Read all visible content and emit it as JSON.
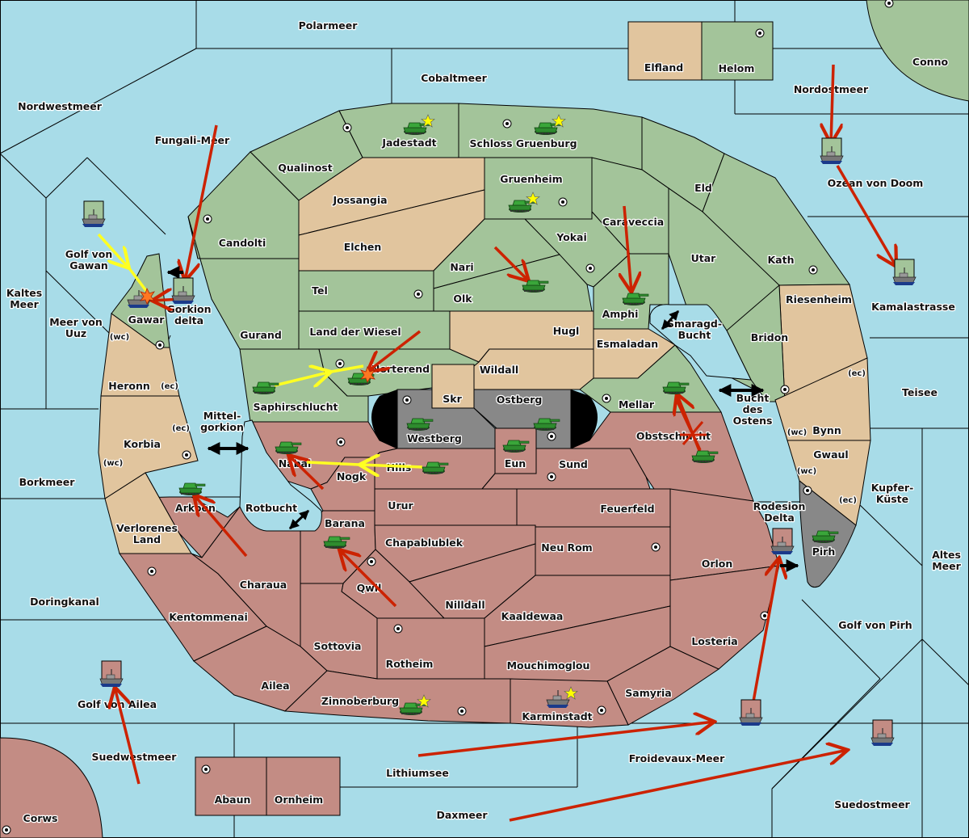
{
  "colors": {
    "sea": "#a8dce8",
    "green_power": "#a3c49a",
    "red_power": "#c38c84",
    "neutral": "#e1c59e",
    "impassable": "#888888",
    "move_arrow": "#cc2200",
    "support_arrow": "#ffff22",
    "convoy_arrow": "#000000"
  },
  "map": {
    "title": "Diplomacy map",
    "sea_regions": [
      {
        "id": "polarmeer",
        "label": "Polarmeer"
      },
      {
        "id": "cobaltmeer",
        "label": "Cobaltmeer"
      },
      {
        "id": "nordwestmeer",
        "label": "Nordwestmeer"
      },
      {
        "id": "fungali-meer",
        "label": "Fungali-Meer"
      },
      {
        "id": "nordostmeer",
        "label": "Nordostmeer"
      },
      {
        "id": "ozean-von-doom",
        "label": "Ozean von Doom"
      },
      {
        "id": "golf-von-gawan",
        "label": "Golf von Gawan"
      },
      {
        "id": "gorkion-delta",
        "label": "Gorkion delta"
      },
      {
        "id": "kaltes-meer",
        "label": "Kaltes Meer"
      },
      {
        "id": "meer-von-uuz",
        "label": "Meer von Uuz"
      },
      {
        "id": "kamalastrasse",
        "label": "Kamalastrasse"
      },
      {
        "id": "smaragd-bucht",
        "label": "Smaragd-Bucht"
      },
      {
        "id": "teisee",
        "label": "Teisee"
      },
      {
        "id": "bucht-des-ostens",
        "label": "Bucht des Ostens"
      },
      {
        "id": "mittel-gorkion",
        "label": "Mittel-gorkion"
      },
      {
        "id": "borkmeer",
        "label": "Borkmeer"
      },
      {
        "id": "kupfer-kueste",
        "label": "Kupfer-Küste"
      },
      {
        "id": "rotbucht",
        "label": "Rotbucht"
      },
      {
        "id": "rodesion-delta",
        "label": "Rodesion Delta"
      },
      {
        "id": "altes-meer",
        "label": "Altes Meer"
      },
      {
        "id": "doringkanal",
        "label": "Doringkanal"
      },
      {
        "id": "golf-von-pirh",
        "label": "Golf von Pirh"
      },
      {
        "id": "golf-von-ailea",
        "label": "Golf von Ailea"
      },
      {
        "id": "suedwestmeer",
        "label": "Suedwestmeer"
      },
      {
        "id": "froidevaux-meer",
        "label": "Froidevaux-Meer"
      },
      {
        "id": "lithiumsee",
        "label": "Lithiumsee"
      },
      {
        "id": "daxmeer",
        "label": "Daxmeer"
      },
      {
        "id": "suedostmeer",
        "label": "Suedostmeer"
      }
    ],
    "land_regions": [
      {
        "id": "elfland",
        "label": "Elfland",
        "owner": "neutral"
      },
      {
        "id": "helom",
        "label": "Helom",
        "owner": "green",
        "supply_center": true
      },
      {
        "id": "conno",
        "label": "Conno",
        "owner": "green",
        "supply_center": true
      },
      {
        "id": "jadestadt",
        "label": "Jadestadt",
        "owner": "green",
        "supply_center": true,
        "home": true
      },
      {
        "id": "schloss-gruenburg",
        "label": "Schloss Gruenburg",
        "owner": "green",
        "supply_center": true,
        "home": true
      },
      {
        "id": "qualinost",
        "label": "Qualinost",
        "owner": "green"
      },
      {
        "id": "gruenheim",
        "label": "Gruenheim",
        "owner": "green",
        "supply_center": true,
        "home": true
      },
      {
        "id": "eld",
        "label": "Eld",
        "owner": "green"
      },
      {
        "id": "jossangia",
        "label": "Jossangia",
        "owner": "neutral"
      },
      {
        "id": "caraveccia",
        "label": "Caraveccia",
        "owner": "green"
      },
      {
        "id": "candolti",
        "label": "Candolti",
        "owner": "green",
        "supply_center": true
      },
      {
        "id": "yokai",
        "label": "Yokai",
        "owner": "green",
        "supply_center": true
      },
      {
        "id": "elchen",
        "label": "Elchen",
        "owner": "neutral"
      },
      {
        "id": "utar",
        "label": "Utar",
        "owner": "green"
      },
      {
        "id": "kath",
        "label": "Kath",
        "owner": "green",
        "supply_center": true
      },
      {
        "id": "nari",
        "label": "Nari",
        "owner": "green"
      },
      {
        "id": "tel",
        "label": "Tel",
        "owner": "green",
        "supply_center": true
      },
      {
        "id": "olk",
        "label": "Olk",
        "owner": "green"
      },
      {
        "id": "amphi",
        "label": "Amphi",
        "owner": "green"
      },
      {
        "id": "riesenheim",
        "label": "Riesenheim",
        "owner": "neutral"
      },
      {
        "id": "gawar",
        "label": "Gawar",
        "owner": "green",
        "supply_center": true
      },
      {
        "id": "gurand",
        "label": "Gurand",
        "owner": "green"
      },
      {
        "id": "land-der-wiesel",
        "label": "Land der Wiesel",
        "owner": "green"
      },
      {
        "id": "hugl",
        "label": "Hugl",
        "owner": "neutral"
      },
      {
        "id": "bridon",
        "label": "Bridon",
        "owner": "green",
        "supply_center": true
      },
      {
        "id": "esmaladan",
        "label": "Esmaladan",
        "owner": "neutral"
      },
      {
        "id": "heronn",
        "label": "Heronn",
        "owner": "neutral",
        "coasts": [
          "(wc)",
          "(ec)"
        ]
      },
      {
        "id": "norterend",
        "label": "Norterend",
        "owner": "green",
        "supply_center": true
      },
      {
        "id": "wildall",
        "label": "Wildall",
        "owner": "neutral"
      },
      {
        "id": "skr",
        "label": "Skr",
        "owner": "neutral"
      },
      {
        "id": "ostberg",
        "label": "Ostberg",
        "owner": "impassable",
        "supply_center": true
      },
      {
        "id": "saphirschlucht",
        "label": "Saphirschlucht",
        "owner": "green"
      },
      {
        "id": "mellar",
        "label": "Mellar",
        "owner": "green",
        "supply_center": true
      },
      {
        "id": "westberg",
        "label": "Westberg",
        "owner": "impassable",
        "supply_center": true
      },
      {
        "id": "bynn",
        "label": "Bynn",
        "owner": "neutral",
        "coasts": [
          "(wc)",
          "(ec)"
        ]
      },
      {
        "id": "korbia",
        "label": "Korbia",
        "owner": "neutral",
        "coasts": [
          "(wc)",
          "(ec)"
        ]
      },
      {
        "id": "obstschlucht",
        "label": "Obstschlucht",
        "owner": "red"
      },
      {
        "id": "nabai",
        "label": "Nabai",
        "owner": "red",
        "supply_center": true
      },
      {
        "id": "eun",
        "label": "Eun",
        "owner": "red"
      },
      {
        "id": "gwaul",
        "label": "Gwaul",
        "owner": "neutral",
        "coasts": [
          "(wc)",
          "(ec)"
        ]
      },
      {
        "id": "hills",
        "label": "Hills",
        "owner": "red"
      },
      {
        "id": "sund",
        "label": "Sund",
        "owner": "red",
        "supply_center": true
      },
      {
        "id": "nogk",
        "label": "Nogk",
        "owner": "red"
      },
      {
        "id": "arkoon",
        "label": "Arkoon",
        "owner": "red",
        "supply_center": true
      },
      {
        "id": "urur",
        "label": "Urur",
        "owner": "red"
      },
      {
        "id": "feuerfeld",
        "label": "Feuerfeld",
        "owner": "red"
      },
      {
        "id": "rodesion",
        "label": "",
        "owner": "red"
      },
      {
        "id": "barana",
        "label": "Barana",
        "owner": "red"
      },
      {
        "id": "verlorenes-land",
        "label": "Verlorenes Land",
        "owner": "neutral"
      },
      {
        "id": "chapablublek",
        "label": "Chapablublek",
        "owner": "red"
      },
      {
        "id": "neu-rom",
        "label": "Neu Rom",
        "owner": "red",
        "supply_center": true
      },
      {
        "id": "pirh",
        "label": "Pirh",
        "owner": "impassable",
        "supply_center": true
      },
      {
        "id": "orlon",
        "label": "Orlon",
        "owner": "red"
      },
      {
        "id": "charaua",
        "label": "Charaua",
        "owner": "red"
      },
      {
        "id": "qwil",
        "label": "Qwil",
        "owner": "red",
        "supply_center": true
      },
      {
        "id": "nilldall",
        "label": "Nilldall",
        "owner": "red"
      },
      {
        "id": "kentommenai",
        "label": "Kentommenai",
        "owner": "red",
        "supply_center": true
      },
      {
        "id": "kaaldewaa",
        "label": "Kaaldewaa",
        "owner": "red"
      },
      {
        "id": "sottovia",
        "label": "Sottovia",
        "owner": "red"
      },
      {
        "id": "rotheim",
        "label": "Rotheim",
        "owner": "red",
        "supply_center": true
      },
      {
        "id": "losteria",
        "label": "Losteria",
        "owner": "red",
        "supply_center": true
      },
      {
        "id": "mouchimoglou",
        "label": "Mouchimoglou",
        "owner": "red"
      },
      {
        "id": "ailea",
        "label": "Ailea",
        "owner": "red"
      },
      {
        "id": "samyria",
        "label": "Samyria",
        "owner": "red"
      },
      {
        "id": "zinnoberburg",
        "label": "Zinnoberburg",
        "owner": "red",
        "supply_center": true,
        "home": true
      },
      {
        "id": "karminstadt",
        "label": "Karminstadt",
        "owner": "red",
        "supply_center": true,
        "home": true
      },
      {
        "id": "abaun",
        "label": "Abaun",
        "owner": "red",
        "supply_center": true
      },
      {
        "id": "ornheim",
        "label": "Ornheim",
        "owner": "red"
      },
      {
        "id": "corws",
        "label": "Corws",
        "owner": "red",
        "supply_center": true
      }
    ],
    "units": [
      {
        "type": "army",
        "power": "green",
        "location": "Jadestadt"
      },
      {
        "type": "army",
        "power": "green",
        "location": "Schloss Gruenburg"
      },
      {
        "type": "army",
        "power": "green",
        "location": "Gruenheim"
      },
      {
        "type": "army",
        "power": "green",
        "location": "Olk"
      },
      {
        "type": "army",
        "power": "green",
        "location": "Amphi"
      },
      {
        "type": "army",
        "power": "green",
        "location": "Saphirschlucht"
      },
      {
        "type": "army",
        "power": "green",
        "location": "Norterend",
        "dislodged": true
      },
      {
        "type": "army",
        "power": "green",
        "location": "Westberg"
      },
      {
        "type": "army",
        "power": "green",
        "location": "Ostberg"
      },
      {
        "type": "army",
        "power": "green",
        "location": "Mellar"
      },
      {
        "type": "army",
        "power": "green",
        "location": "Obstschlucht"
      },
      {
        "type": "army",
        "power": "green",
        "location": "Nabai"
      },
      {
        "type": "army",
        "power": "green",
        "location": "Hills"
      },
      {
        "type": "army",
        "power": "green",
        "location": "Eun"
      },
      {
        "type": "army",
        "power": "green",
        "location": "Arkoon"
      },
      {
        "type": "army",
        "power": "green",
        "location": "Barana"
      },
      {
        "type": "army",
        "power": "green",
        "location": "Zinnoberburg"
      },
      {
        "type": "army",
        "power": "green",
        "location": "Pirh"
      },
      {
        "type": "fleet",
        "power": "green",
        "location": "Golf von Gawan"
      },
      {
        "type": "fleet",
        "power": "green",
        "location": "Gawar",
        "dislodged": true
      },
      {
        "type": "fleet",
        "power": "green",
        "location": "Gorkion delta"
      },
      {
        "type": "fleet",
        "power": "green",
        "location": "Ozean von Doom"
      },
      {
        "type": "fleet",
        "power": "green",
        "location": "Kamalastrasse"
      },
      {
        "type": "fleet",
        "power": "red",
        "location": "Rodesion Delta"
      },
      {
        "type": "fleet",
        "power": "red",
        "location": "Froidevaux-Meer"
      },
      {
        "type": "fleet",
        "power": "red",
        "location": "Suedostmeer"
      },
      {
        "type": "fleet",
        "power": "red",
        "location": "Golf von Ailea"
      },
      {
        "type": "fleet",
        "power": "neutral",
        "location": "Karminstadt"
      }
    ]
  }
}
